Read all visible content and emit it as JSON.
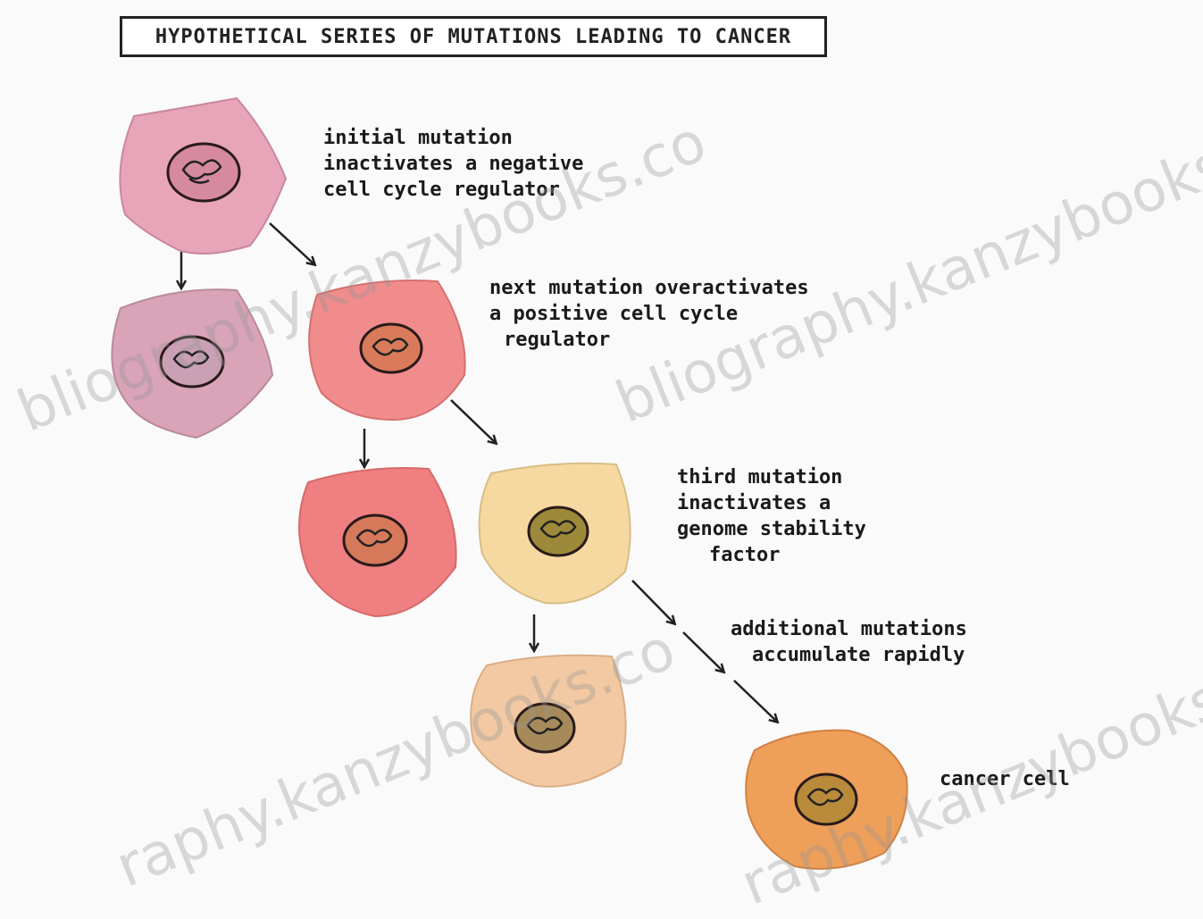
{
  "title": "HYPOTHETICAL SERIES OF MUTATIONS LEADING TO CANCER",
  "annotations": {
    "step1": [
      "initial mutation",
      "inactivates a negative",
      "cell cycle regulator"
    ],
    "step2": [
      "next mutation overactivates",
      "a positive cell cycle",
      "regulator"
    ],
    "step3": [
      "third mutation",
      "inactivates a",
      "genome stability",
      "factor"
    ],
    "step4": [
      "additional mutations",
      "accumulate rapidly"
    ],
    "step5": [
      "cancer cell"
    ]
  },
  "watermark": {
    "text_a": "bliography.kanzybooks.co",
    "text_b": "bliography.kanzybooks.co",
    "text_c": "raphy.kanzybooks.co",
    "text_d": "raphy.kanzybooks.co"
  },
  "colors": {
    "cell_pink": "#e8a4b8",
    "cell_mauve": "#d9a3b8",
    "cell_salmon": "#f08c8c",
    "cell_red": "#ef7f80",
    "cell_yellow": "#f5d9a0",
    "cell_peach": "#f2c9a2",
    "cell_orange": "#ee9f5a"
  }
}
